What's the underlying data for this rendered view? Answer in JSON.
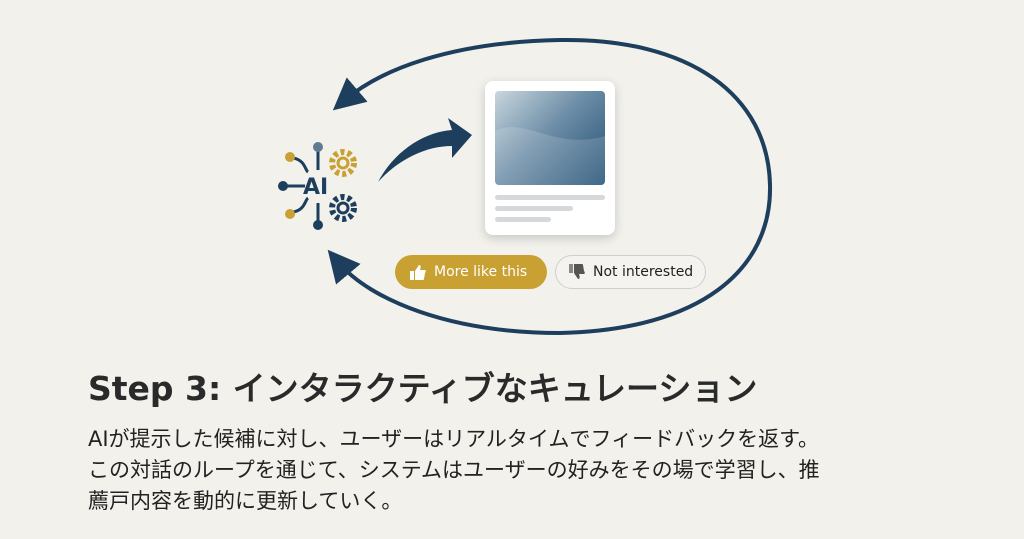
{
  "diagram": {
    "ai_label": "AI",
    "buttons": {
      "more_like_this": "More like this",
      "not_interested": "Not interested"
    },
    "colors": {
      "navy": "#1d3e5c",
      "gold": "#c9a032",
      "background": "#f2f1ec"
    }
  },
  "heading": "Step 3: インタラクティブなキュレーション",
  "body_lines": [
    "AIが提示した候補に対し、ユーザーはリアルタイムでフィードバックを返す。",
    "この対話のループを通じて、システムはユーザーの好みをその場で学習し、推",
    "薦戸内容を動的に更新していく。"
  ]
}
